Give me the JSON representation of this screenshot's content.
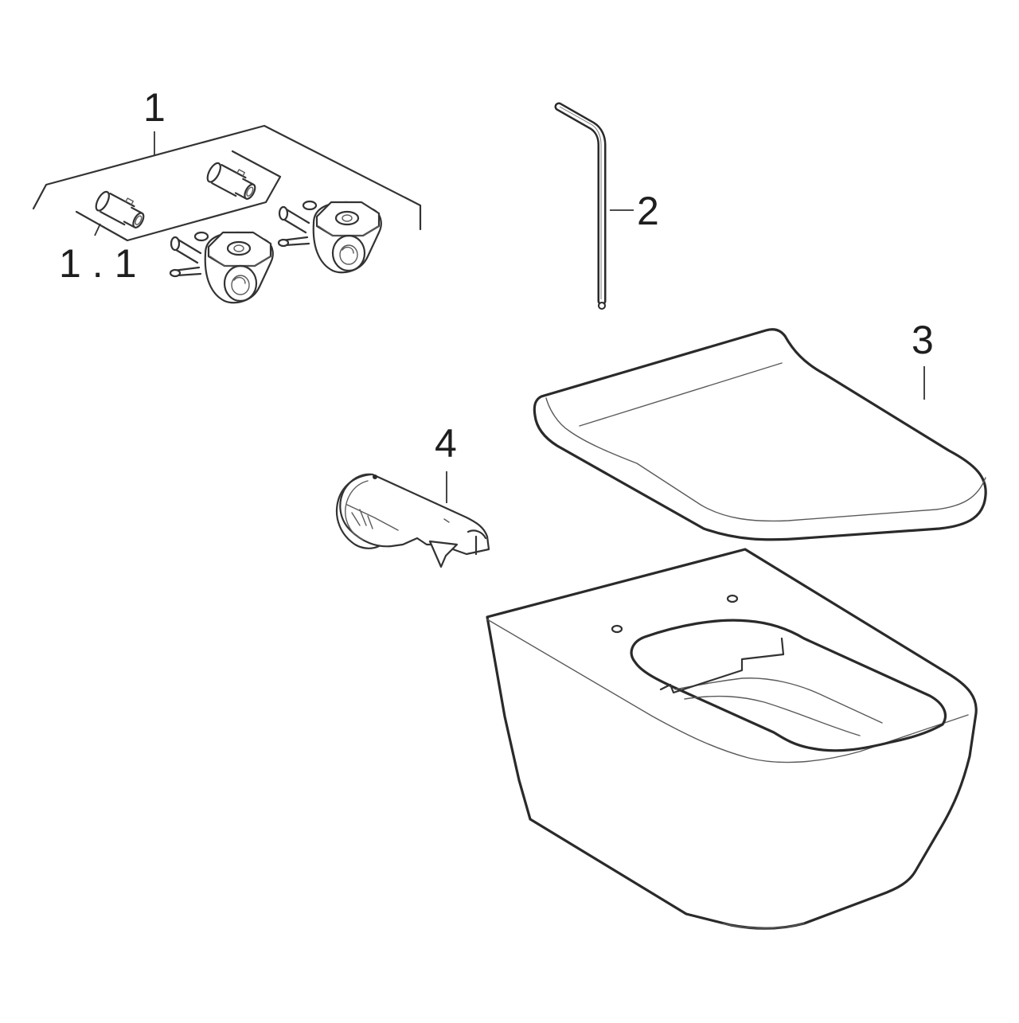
{
  "diagram": {
    "type": "exploded parts diagram",
    "subject": "wall-hung WC with seat",
    "background_color": "#ffffff",
    "line_color": "#2a2a2a"
  },
  "callouts": [
    {
      "id": "1",
      "label": "1",
      "part": "hinge set (2 hinge clamps, 2 pins)"
    },
    {
      "id": "1.1",
      "label": "1.1",
      "part": "hinge pin"
    },
    {
      "id": "2",
      "label": "2",
      "part": "hex key / allen wrench"
    },
    {
      "id": "3",
      "label": "3",
      "part": "WC seat with lid"
    },
    {
      "id": "4",
      "label": "4",
      "part": "seat hinge cover / buffer"
    }
  ],
  "labels": {
    "c1": "1",
    "c1_1": "1.1",
    "c2": "2",
    "c3": "3",
    "c4": "4"
  },
  "parts": {
    "bowl": "wall-hung toilet bowl with two seat-fixing holes"
  }
}
